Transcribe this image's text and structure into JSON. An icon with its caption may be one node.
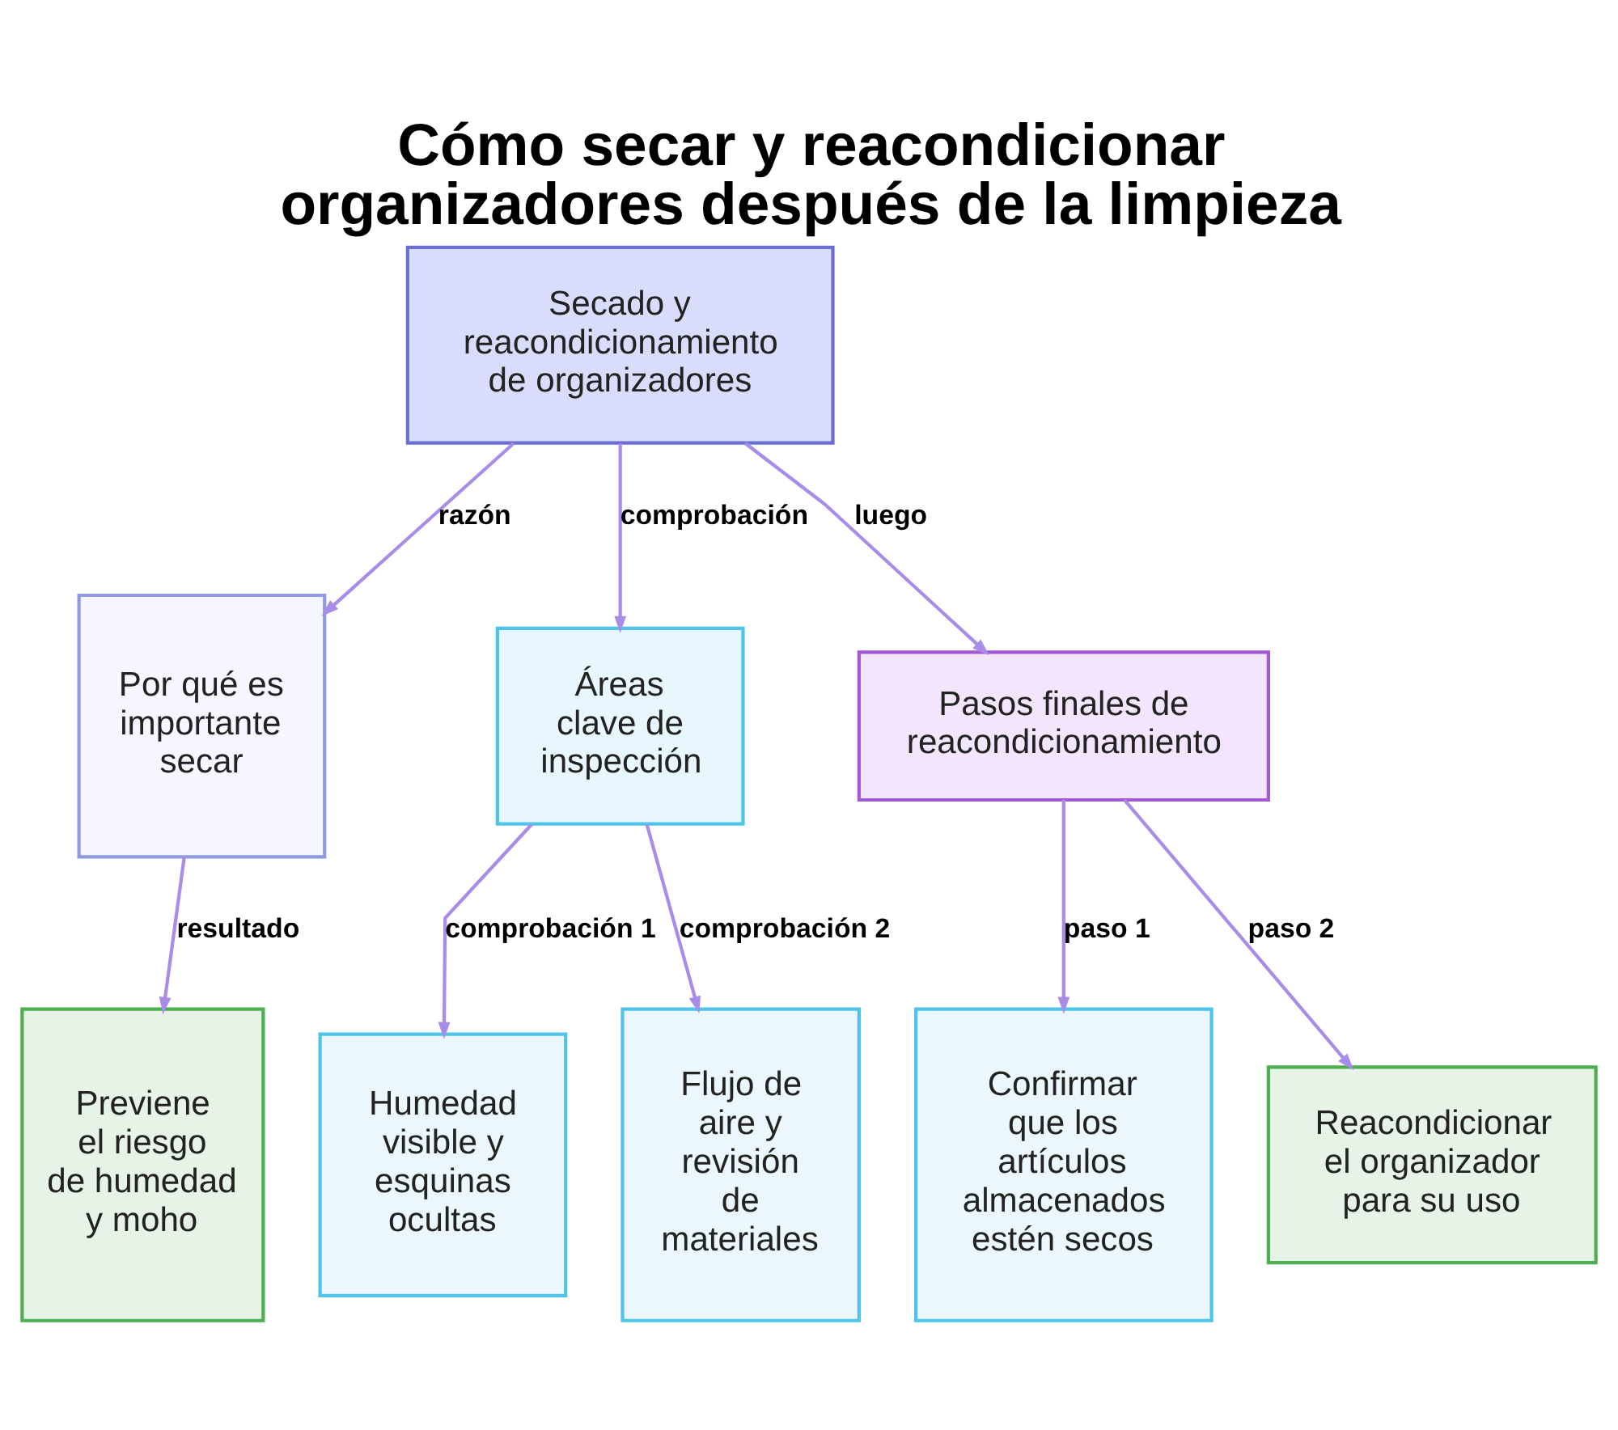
{
  "diagram": {
    "title": "Cómo secar y reacondicionar organizadores después de la limpieza",
    "nodes": [
      {
        "text": [
          "Secado y reacondicionamiento de organizadores"
        ]
      },
      {
        "text": [
          "Por qué es importante secar"
        ]
      },
      {
        "text": [
          "Áreas clave de inspección"
        ]
      },
      {
        "text": [
          "Pasos finales de reacondicionamiento"
        ]
      },
      {
        "text": [
          "Previene el riesgo de humedad y moho"
        ]
      },
      {
        "text": [
          "Humedad visible y esquinas ocultas"
        ]
      },
      {
        "text": [
          "Flujo de aire y revisión de materiales"
        ]
      },
      {
        "text": [
          "Confirmar que los artículos almacenados estén secos"
        ]
      },
      {
        "text": [
          "Reacondicionar el organizador para su uso"
        ]
      }
    ],
    "edges": [
      {
        "from": 0,
        "to": 1,
        "arrow": "to",
        "label": "razón"
      },
      {
        "from": 0,
        "to": 2,
        "arrow": "to",
        "label": "comprobación"
      },
      {
        "from": 0,
        "to": 3,
        "arrow": "to",
        "label": "luego"
      },
      {
        "from": 1,
        "to": 4,
        "arrow": "to",
        "label": "resultado"
      },
      {
        "from": 2,
        "to": 5,
        "arrow": "to",
        "label": "comprobación 1"
      },
      {
        "from": 2,
        "to": 6,
        "arrow": "to",
        "label": "comprobación 2"
      },
      {
        "from": 3,
        "to": 7,
        "arrow": "to",
        "label": "paso 1"
      },
      {
        "from": 3,
        "to": 8,
        "arrow": "to",
        "label": "paso 2"
      }
    ]
  }
}
